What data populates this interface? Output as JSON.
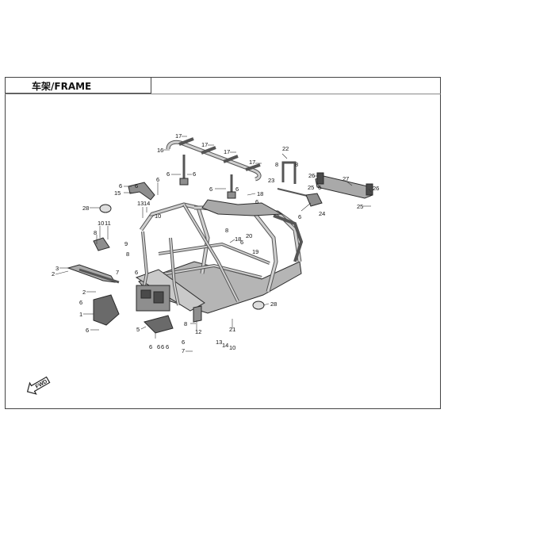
{
  "header": {
    "title": "车架/FRAME"
  },
  "badge": {
    "fwd": "FWD"
  },
  "colors": {
    "frame_fill": "#c9c9c9",
    "frame_stroke": "#2a2a2a",
    "part_fill": "#8e8e8e",
    "dark_fill": "#4a4a4a"
  },
  "callouts": [
    "17",
    "17",
    "17",
    "17",
    "16",
    "6",
    "6",
    "6",
    "6",
    "6",
    "6",
    "15",
    "6",
    "28",
    "13",
    "14",
    "10",
    "10",
    "11",
    "8",
    "9",
    "8",
    "7",
    "6",
    "3",
    "2",
    "2",
    "6",
    "1",
    "6",
    "5",
    "6",
    "6",
    "6",
    "6",
    "8",
    "12",
    "6",
    "7",
    "22",
    "8",
    "8",
    "23",
    "26",
    "27",
    "26",
    "25",
    "6",
    "24",
    "25",
    "6",
    "18",
    "6",
    "18",
    "8",
    "20",
    "6",
    "19",
    "28",
    "21",
    "13",
    "14",
    "10"
  ]
}
